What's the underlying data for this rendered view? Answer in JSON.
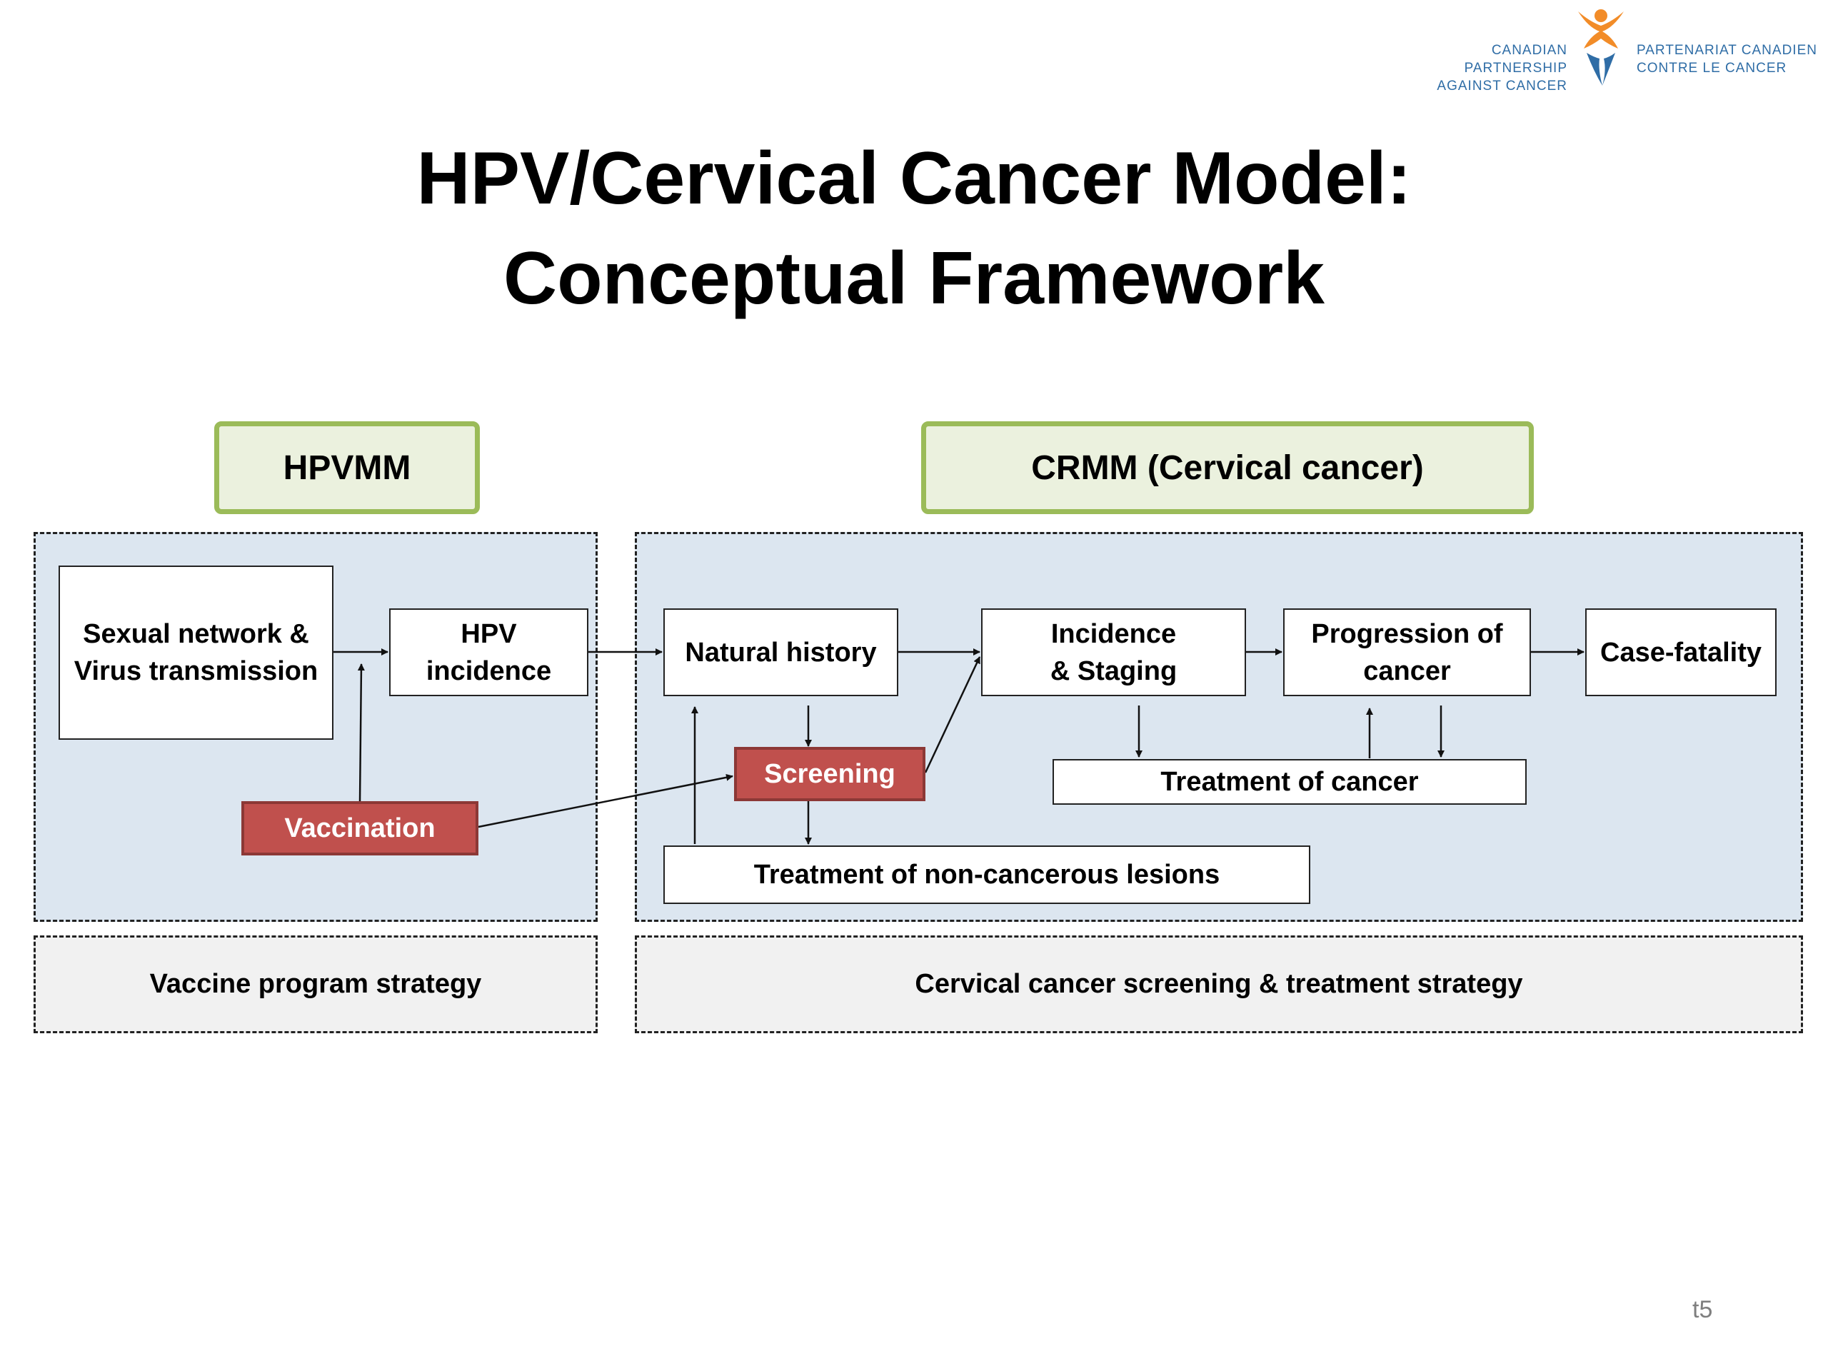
{
  "logo": {
    "en_line1": "CANADIAN PARTNERSHIP",
    "en_line2": "AGAINST CANCER",
    "fr_line1": "PARTENARIAT CANADIEN",
    "fr_line2": "CONTRE LE CANCER"
  },
  "title": {
    "line1": "HPV/Cervical Cancer Model:",
    "line2": "Conceptual Framework"
  },
  "models": {
    "left": "HPVMM",
    "right": "CRMM (Cervical cancer)"
  },
  "nodes": {
    "sexual_network": "Sexual network &\nVirus transmission",
    "hpv_incidence": "HPV\nincidence",
    "vaccination": "Vaccination",
    "natural_history": "Natural history",
    "incidence_staging": "Incidence\n& Staging",
    "progression": "Progression of\ncancer",
    "case_fatality": "Case-fatality",
    "screening": "Screening",
    "treatment_cancer": "Treatment of cancer",
    "treatment_lesions": "Treatment of non-cancerous lesions"
  },
  "strategies": {
    "left": "Vaccine program strategy",
    "right": "Cervical cancer screening & treatment strategy"
  },
  "page_number": "t5",
  "colors": {
    "region_fill": "#dce6f0",
    "model_fill": "#ebf1de",
    "model_border": "#9bbb59",
    "intervention_fill": "#c0504d",
    "strategy_fill": "#f1f1f1"
  }
}
